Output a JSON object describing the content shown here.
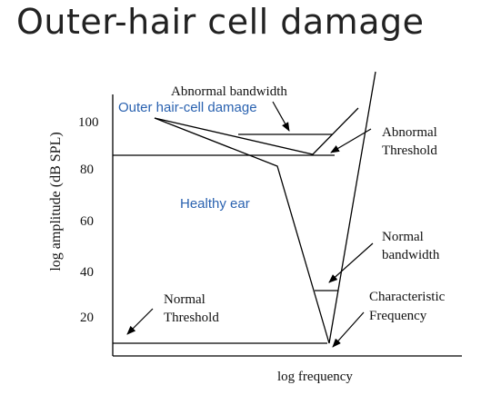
{
  "title": "Outer-hair cell damage",
  "axes": {
    "xlabel": "log frequency",
    "ylabel": "log amplitude (dB SPL)",
    "yticks": [
      "100",
      "80",
      "60",
      "40",
      "20"
    ]
  },
  "regions": {
    "damaged": "Outer hair-cell damage",
    "healthy": "Healthy ear"
  },
  "annotations": {
    "abnormal_bandwidth": "Abnormal bandwidth",
    "abnormal_threshold": [
      "Abnormal",
      "Threshold"
    ],
    "normal_bandwidth": [
      "Normal",
      "bandwidth"
    ],
    "normal_threshold": [
      "Normal",
      "Threshold"
    ],
    "characteristic_frequency": [
      "Characteristic",
      "Frequency"
    ]
  },
  "colors": {
    "text": "#111111",
    "region_label": "#2a62b0",
    "title": "#222222",
    "lines": "#000000"
  }
}
